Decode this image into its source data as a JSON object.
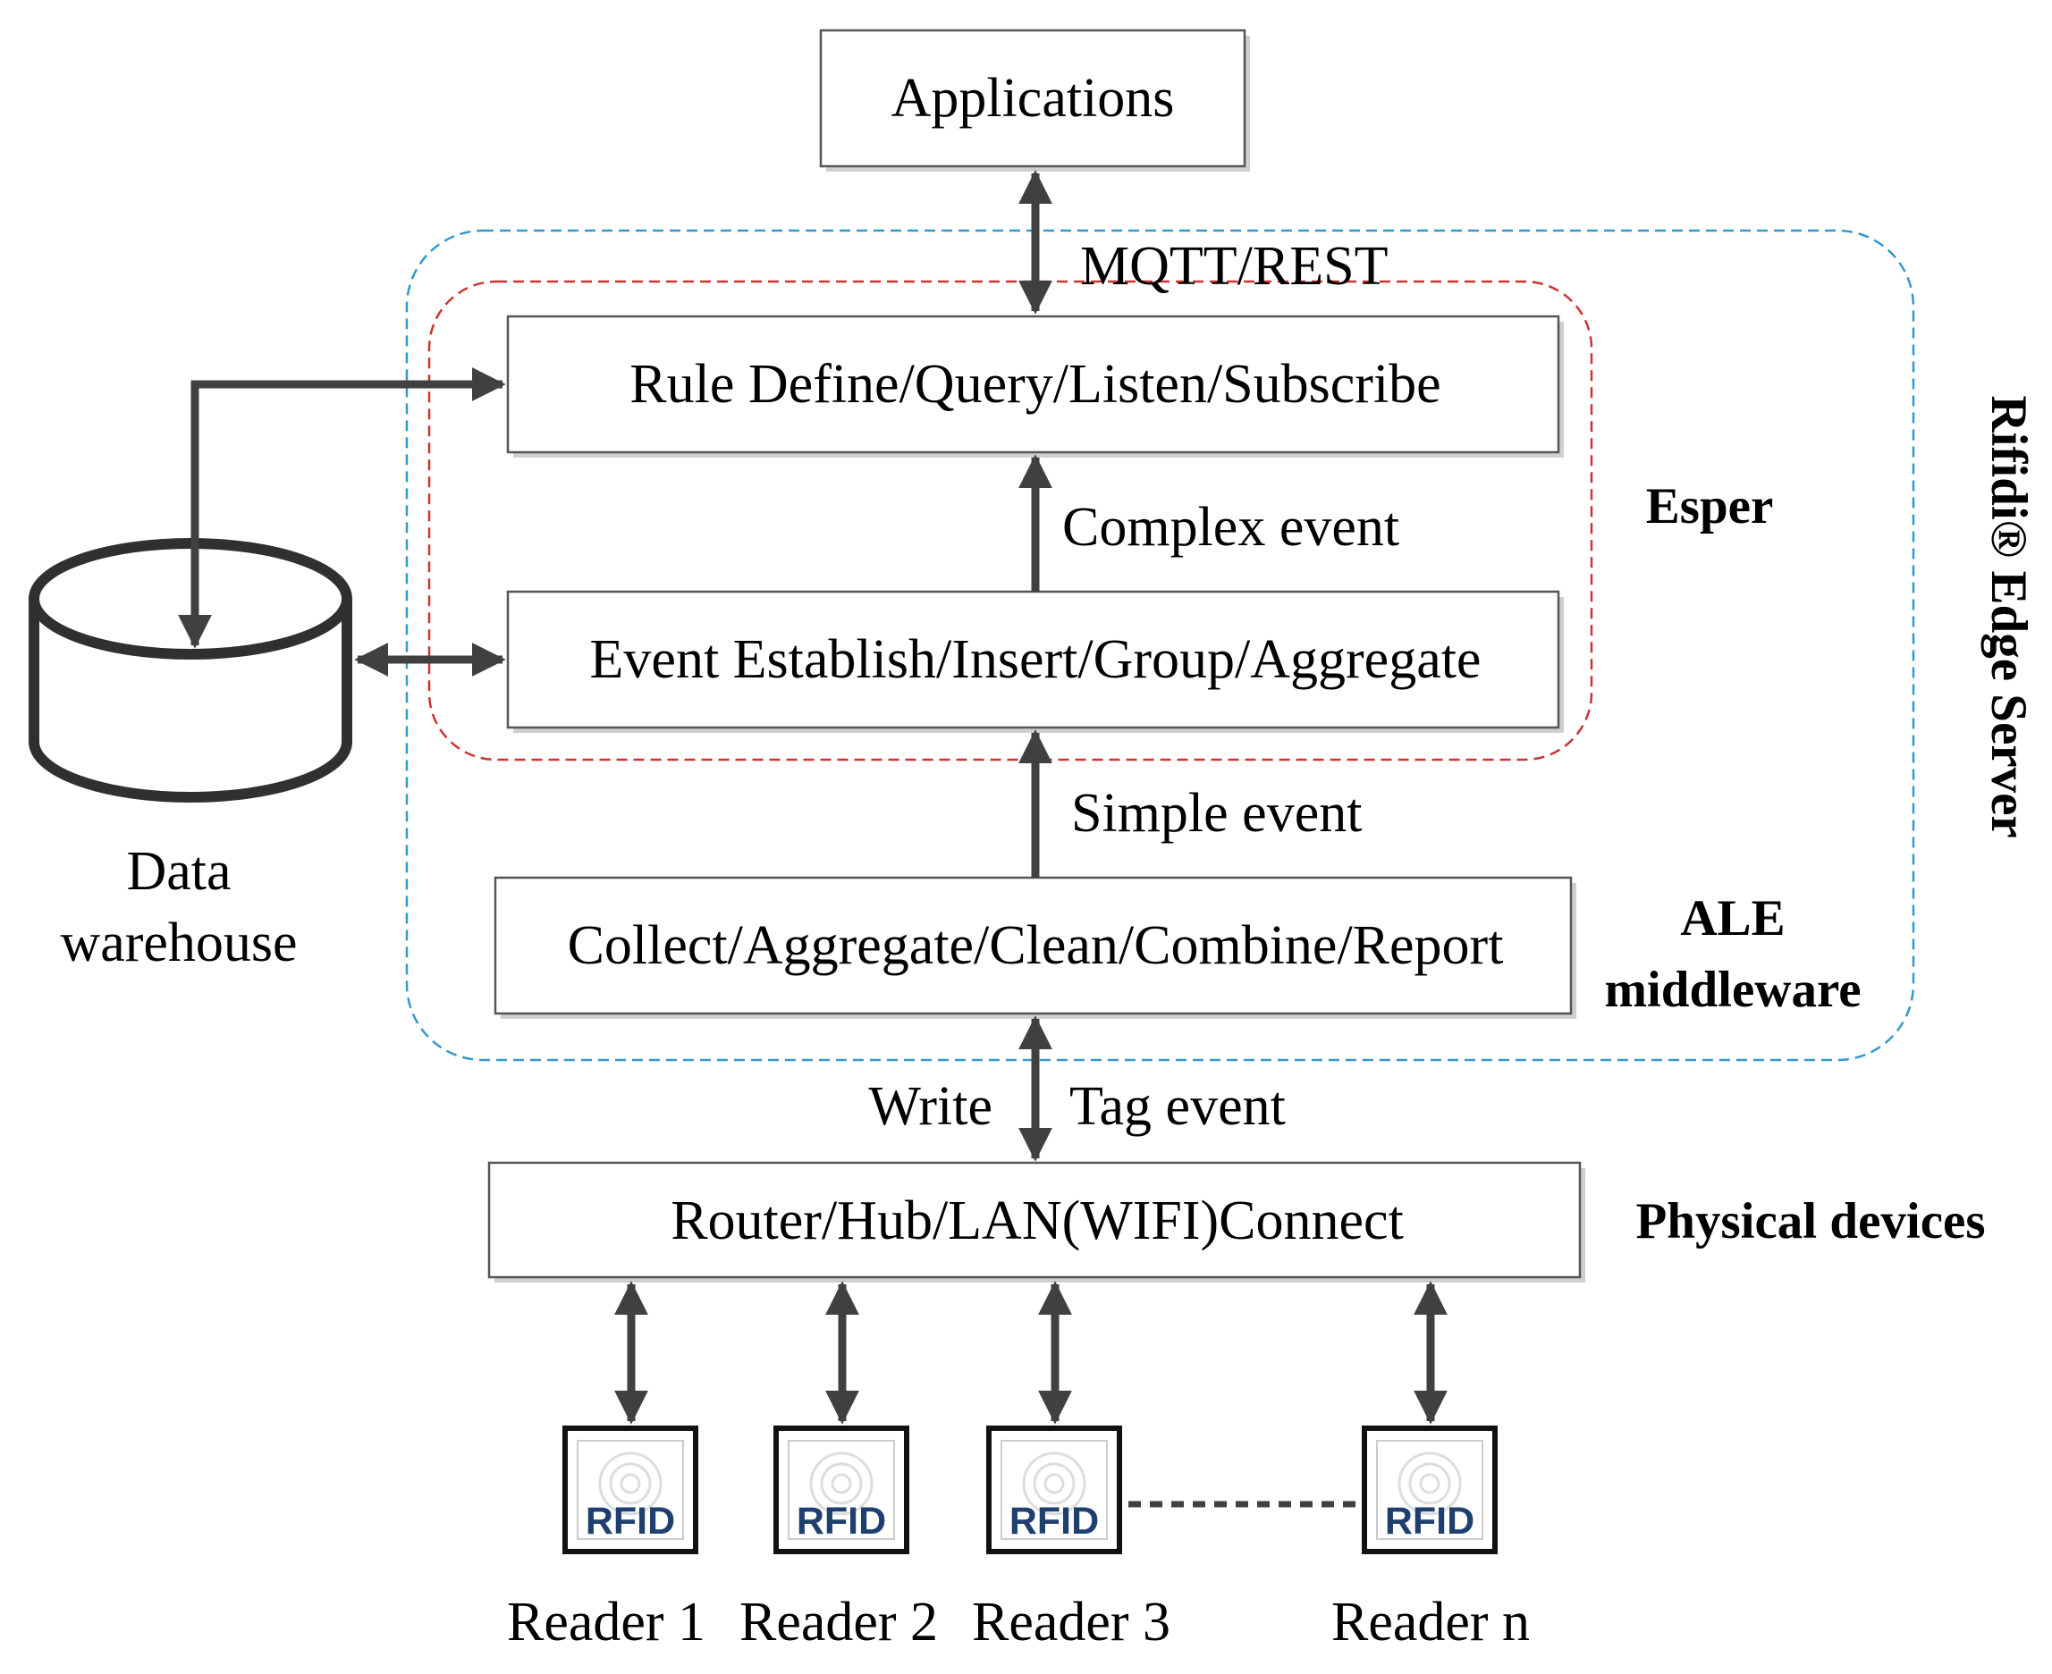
{
  "applications": "Applications",
  "protocol": "MQTT/REST",
  "rule_box": "Rule Define/Query/Listen/Subscribe",
  "complex_event": "Complex event",
  "event_box": "Event Establish/Insert/Group/Aggregate",
  "esper": "Esper",
  "simple_event": "Simple event",
  "collect_box": "Collect/Aggregate/Clean/Combine/Report",
  "ale_line1": "ALE",
  "ale_line2": "middleware",
  "server_label": "Rifidi® Edge Server",
  "write": "Write",
  "tag_event": "Tag event",
  "router_box": "Router/Hub/LAN(WIFI)Connect",
  "physical_devices": "Physical devices",
  "data_warehouse_line1": "Data",
  "data_warehouse_line2": "warehouse",
  "rfid": "RFID",
  "readers": [
    "Reader 1",
    "Reader 2",
    "Reader 3",
    "Reader n"
  ],
  "colors": {
    "outer_dashed": "#3399cc",
    "inner_dashed": "#cc3333",
    "arrow": "#404040",
    "rfid_text": "#1f3f6f"
  }
}
